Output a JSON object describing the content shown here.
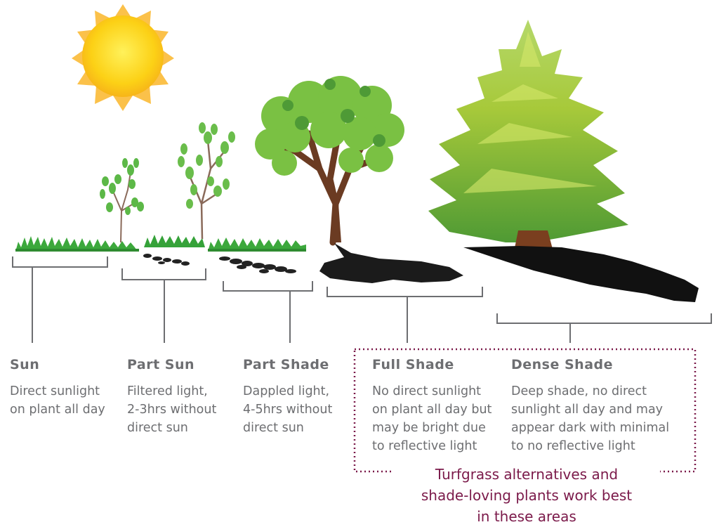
{
  "categories": [
    {
      "title": "Sun",
      "desc": [
        "Direct sunlight",
        "on plant all day"
      ]
    },
    {
      "title": "Part Sun",
      "desc": [
        "Filtered light,",
        "2-3hrs without",
        "direct sun"
      ]
    },
    {
      "title": "Part Shade",
      "desc": [
        "Dappled light,",
        "4-5hrs without",
        "direct sun"
      ]
    },
    {
      "title": "Full Shade",
      "desc": [
        "No direct sunlight",
        "on plant all day but",
        "may be bright due",
        "to reflective light"
      ]
    },
    {
      "title": "Dense Shade",
      "desc": [
        "Deep shade, no direct",
        "sunlight all day and may",
        "appear dark with minimal",
        "to no reflective light"
      ]
    }
  ],
  "callout": [
    "Turfgrass alternatives and",
    "shade-loving plants work best",
    "in these areas"
  ],
  "colors": {
    "text": "#6d6e71",
    "callout": "#7b1a4a",
    "grass": "#3cab3c",
    "sun": "#fbd20f"
  },
  "icons": [
    "sun-icon",
    "sapling-icon",
    "young-tree-icon",
    "deciduous-tree-icon",
    "pine-tree-icon"
  ]
}
